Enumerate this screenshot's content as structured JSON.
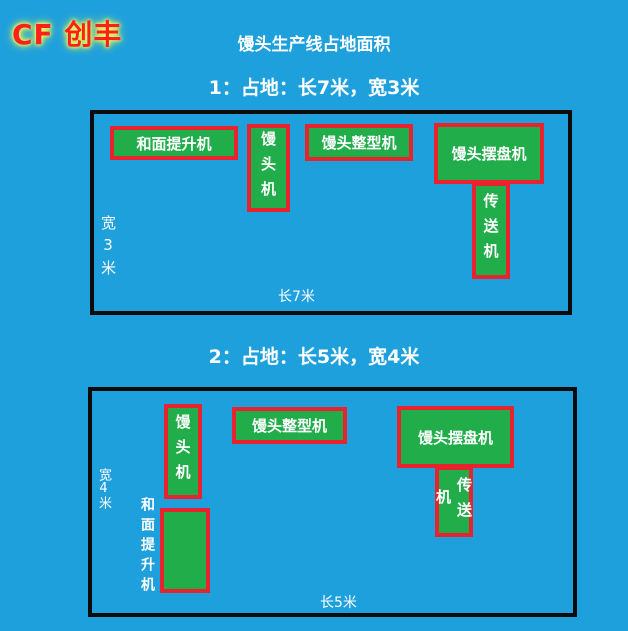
{
  "brand": "CF 创丰",
  "title": "馒头生产线占地面积",
  "layout1": {
    "heading": "1：占地：长7米，宽3米",
    "width_label": "宽3米",
    "length_label": "长7米",
    "machines": {
      "lift": "和面提升机",
      "steamed_bun": "馒头机",
      "shaper": "馒头整型机",
      "tray_arranger": "馒头摆盘机",
      "conveyor": "传送机"
    }
  },
  "layout2": {
    "heading": "2：占地：长5米，宽4米",
    "width_label": "宽4米",
    "length_label": "长5米",
    "machines": {
      "steamed_bun": "馒头机",
      "shaper": "馒头整型机",
      "tray_arranger": "馒头摆盘机",
      "conveyor": "传送机",
      "lift": "和面提升机"
    }
  },
  "colors": {
    "background": "#1ea0dd",
    "machine_fill": "#22ad4b",
    "machine_border": "#e8232d",
    "area_border": "#0b0b0b",
    "brand_text": "#ff1f1f"
  }
}
